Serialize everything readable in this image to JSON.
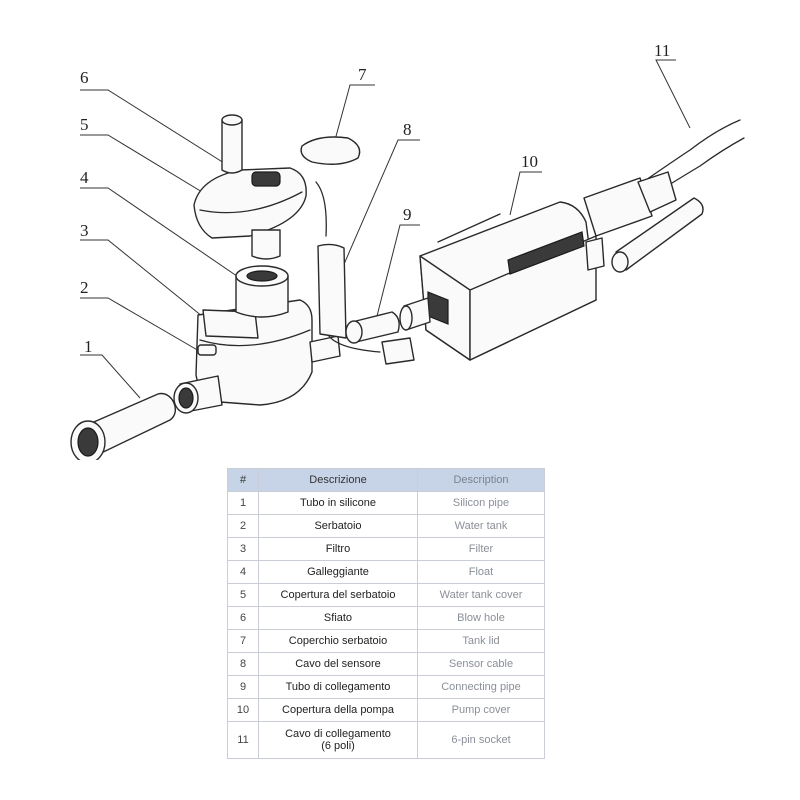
{
  "diagram": {
    "callouts": [
      "1",
      "2",
      "3",
      "4",
      "5",
      "6",
      "7",
      "8",
      "9",
      "10",
      "11"
    ]
  },
  "table": {
    "headers": {
      "num": "#",
      "it": "Descrizione",
      "en": "Description"
    },
    "rows": [
      {
        "num": "1",
        "it": "Tubo in silicone",
        "en": "Silicon pipe"
      },
      {
        "num": "2",
        "it": "Serbatoio",
        "en": "Water tank"
      },
      {
        "num": "3",
        "it": "Filtro",
        "en": "Filter"
      },
      {
        "num": "4",
        "it": "Galleggiante",
        "en": "Float"
      },
      {
        "num": "5",
        "it": "Copertura del serbatoio",
        "en": "Water tank cover"
      },
      {
        "num": "6",
        "it": "Sfiato",
        "en": "Blow hole"
      },
      {
        "num": "7",
        "it": "Coperchio serbatoio",
        "en": "Tank lid"
      },
      {
        "num": "8",
        "it": "Cavo del sensore",
        "en": "Sensor cable"
      },
      {
        "num": "9",
        "it": "Tubo di collegamento",
        "en": "Connecting pipe"
      },
      {
        "num": "10",
        "it": "Copertura della pompa",
        "en": "Pump cover"
      },
      {
        "num": "11",
        "it": "Cavo di collegamento",
        "it2": "(6 poli)",
        "en": "6-pin socket"
      }
    ]
  }
}
